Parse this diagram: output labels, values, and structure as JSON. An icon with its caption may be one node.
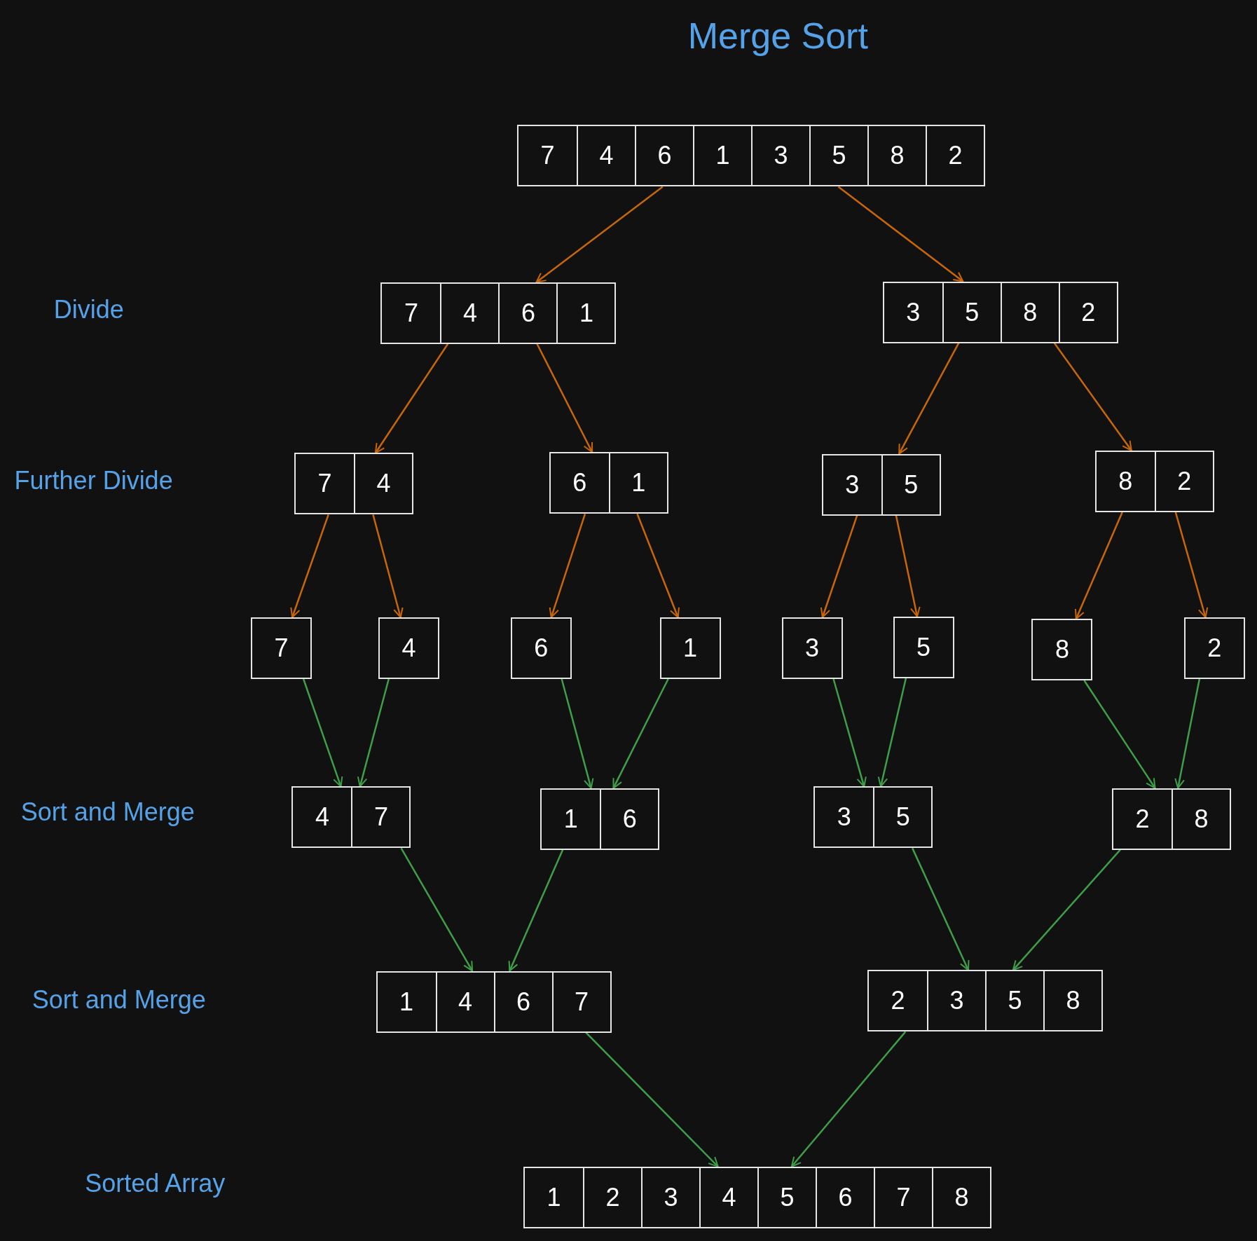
{
  "diagram": {
    "title": "Merge Sort",
    "nodes": [
      {
        "text": [
          "7",
          "4",
          "6",
          "1",
          "3",
          "5",
          "8",
          "2"
        ]
      },
      {
        "text": [
          "7",
          "4",
          "6",
          "1"
        ]
      },
      {
        "text": [
          "3",
          "5",
          "8",
          "2"
        ]
      },
      {
        "text": [
          "7",
          "4"
        ]
      },
      {
        "text": [
          "6",
          "1"
        ]
      },
      {
        "text": [
          "3",
          "5"
        ]
      },
      {
        "text": [
          "8",
          "2"
        ]
      },
      {
        "text": [
          "7"
        ]
      },
      {
        "text": [
          "4"
        ]
      },
      {
        "text": [
          "6"
        ]
      },
      {
        "text": [
          "1"
        ]
      },
      {
        "text": [
          "3"
        ]
      },
      {
        "text": [
          "5"
        ]
      },
      {
        "text": [
          "8"
        ]
      },
      {
        "text": [
          "2"
        ]
      },
      {
        "text": [
          "4",
          "7"
        ]
      },
      {
        "text": [
          "1",
          "6"
        ]
      },
      {
        "text": [
          "3",
          "5"
        ]
      },
      {
        "text": [
          "2",
          "8"
        ]
      },
      {
        "text": [
          "1",
          "4",
          "6",
          "7"
        ]
      },
      {
        "text": [
          "2",
          "3",
          "5",
          "8"
        ]
      },
      {
        "text": [
          "1",
          "2",
          "3",
          "4",
          "5",
          "6",
          "7",
          "8"
        ]
      }
    ],
    "edges": [
      {
        "from": 0,
        "to": 1,
        "arrow": "to",
        "color": "#c8660a"
      },
      {
        "from": 0,
        "to": 2,
        "arrow": "to",
        "color": "#c8660a"
      },
      {
        "from": 1,
        "to": 3,
        "arrow": "to",
        "color": "#c8660a"
      },
      {
        "from": 1,
        "to": 4,
        "arrow": "to",
        "color": "#c8660a"
      },
      {
        "from": 2,
        "to": 5,
        "arrow": "to",
        "color": "#c8660a"
      },
      {
        "from": 2,
        "to": 6,
        "arrow": "to",
        "color": "#c8660a"
      },
      {
        "from": 3,
        "to": 7,
        "arrow": "to",
        "color": "#c8660a"
      },
      {
        "from": 3,
        "to": 8,
        "arrow": "to",
        "color": "#c8660a"
      },
      {
        "from": 4,
        "to": 9,
        "arrow": "to",
        "color": "#c8660a"
      },
      {
        "from": 4,
        "to": 10,
        "arrow": "to",
        "color": "#c8660a"
      },
      {
        "from": 5,
        "to": 11,
        "arrow": "to",
        "color": "#c8660a"
      },
      {
        "from": 5,
        "to": 12,
        "arrow": "to",
        "color": "#c8660a"
      },
      {
        "from": 6,
        "to": 13,
        "arrow": "to",
        "color": "#c8660a"
      },
      {
        "from": 6,
        "to": 14,
        "arrow": "to",
        "color": "#c8660a"
      },
      {
        "from": 7,
        "to": 15,
        "arrow": "to",
        "color": "#3f9e48"
      },
      {
        "from": 8,
        "to": 15,
        "arrow": "to",
        "color": "#3f9e48"
      },
      {
        "from": 9,
        "to": 16,
        "arrow": "to",
        "color": "#3f9e48"
      },
      {
        "from": 10,
        "to": 16,
        "arrow": "to",
        "color": "#3f9e48"
      },
      {
        "from": 11,
        "to": 17,
        "arrow": "to",
        "color": "#3f9e48"
      },
      {
        "from": 12,
        "to": 17,
        "arrow": "to",
        "color": "#3f9e48"
      },
      {
        "from": 13,
        "to": 18,
        "arrow": "to",
        "color": "#3f9e48"
      },
      {
        "from": 14,
        "to": 18,
        "arrow": "to",
        "color": "#3f9e48"
      },
      {
        "from": 15,
        "to": 19,
        "arrow": "to",
        "color": "#3f9e48"
      },
      {
        "from": 16,
        "to": 19,
        "arrow": "to",
        "color": "#3f9e48"
      },
      {
        "from": 17,
        "to": 20,
        "arrow": "to",
        "color": "#3f9e48"
      },
      {
        "from": 18,
        "to": 20,
        "arrow": "to",
        "color": "#3f9e48"
      },
      {
        "from": 19,
        "to": 21,
        "arrow": "to",
        "color": "#3f9e48"
      },
      {
        "from": 20,
        "to": 21,
        "arrow": "to",
        "color": "#3f9e48"
      }
    ],
    "labels": [
      "Divide",
      "Further Divide",
      "Sort and Merge",
      "Sort and Merge",
      "Sorted Array"
    ]
  }
}
